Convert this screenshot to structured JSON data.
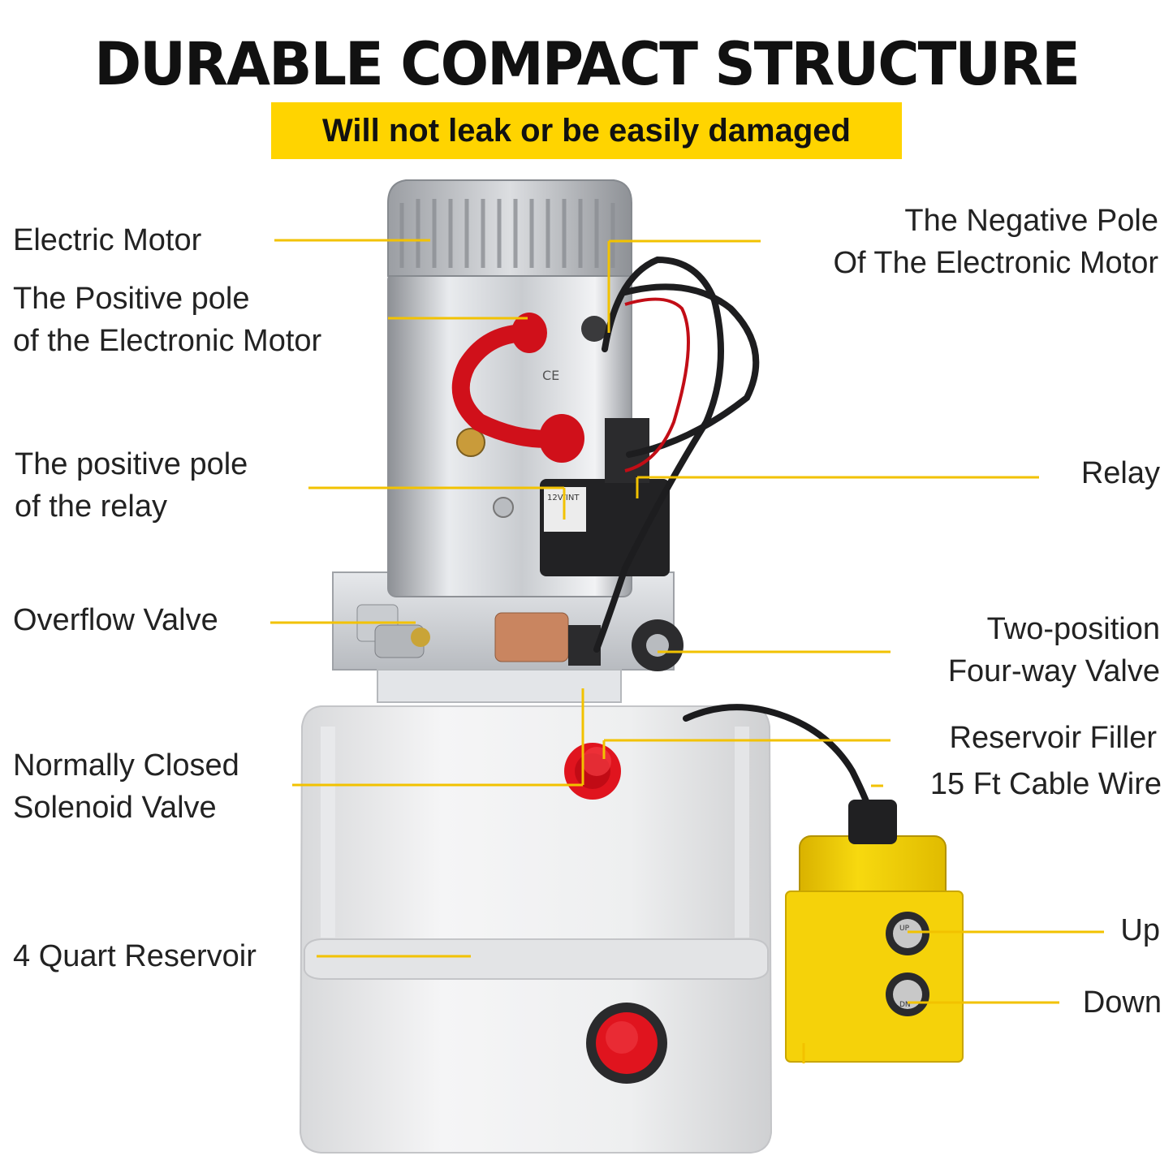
{
  "header": {
    "title": "DURABLE COMPACT STRUCTURE",
    "subtitle": "Will not leak or be easily damaged"
  },
  "labels": {
    "electric_motor": "Electric Motor",
    "positive_pole_motor": [
      "The Positive pole",
      "of the Electronic Motor"
    ],
    "positive_pole_relay": [
      "The positive pole",
      "of the relay"
    ],
    "overflow_valve": "Overflow Valve",
    "solenoid_valve": [
      "Normally Closed",
      "Solenoid Valve"
    ],
    "reservoir": "4 Quart Reservoir",
    "negative_pole": [
      "The Negative Pole",
      "Of The Electronic Motor"
    ],
    "relay": "Relay",
    "four_way_valve": [
      "Two-position",
      "Four-way Valve"
    ],
    "reservoir_filler": "Reservoir Filler",
    "cable_wire": "15 Ft Cable Wire",
    "up": "Up",
    "down": "Down"
  },
  "product_markings": {
    "relay_sticker": "12V/INT",
    "remote_up": "UP",
    "remote_down": "DN",
    "ce_mark": "CE"
  },
  "colors": {
    "accent": "#ffd400",
    "callout_line": "#f2c200",
    "cap_red": "#e0141e",
    "remote_yellow": "#f5d20a"
  }
}
